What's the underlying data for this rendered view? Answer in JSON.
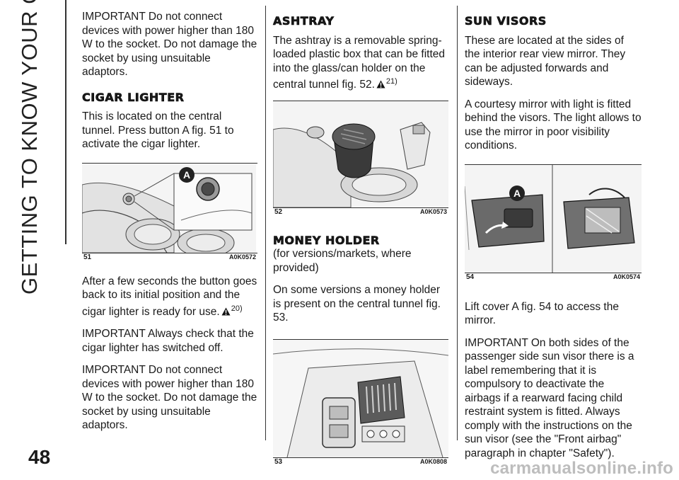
{
  "side_title": "GETTING TO KNOW YOUR CAR",
  "page_number": "48",
  "watermark": "carmanualsonline.info",
  "col1": {
    "p_intro": "IMPORTANT Do not connect devices with power higher than 180 W to the socket. Do not damage the socket by using unsuitable adaptors.",
    "h_cigar": "CIGAR LIGHTER",
    "p_cigar": "This is located on the central tunnel. Press button A fig. 51 to activate the cigar lighter.",
    "fig": {
      "num": "51",
      "code": "A0K0572",
      "callout": "A"
    },
    "p_after": "After a few seconds the button goes back to its initial position and the cigar lighter is ready for use.",
    "p_after_ref": "20)",
    "p_check": "IMPORTANT Always check that the cigar lighter has switched off.",
    "p_repeat": "IMPORTANT Do not connect devices with power higher than 180 W to the socket. Do not damage the socket by using unsuitable adaptors."
  },
  "col2": {
    "h_ashtray": "ASHTRAY",
    "p_ashtray": "The ashtray is a removable spring-loaded plastic box that can be fitted into the glass/can holder on the central tunnel fig. 52.",
    "p_ashtray_ref": "21)",
    "fig52": {
      "num": "52",
      "code": "A0K0573"
    },
    "h_money": "MONEY HOLDER",
    "p_money_sub": "(for versions/markets, where provided)",
    "p_money": "On some versions a money holder is present on the central tunnel fig. 53.",
    "fig53": {
      "num": "53",
      "code": "A0K0808"
    }
  },
  "col3": {
    "h_visors": "SUN VISORS",
    "p_visors1": "These are located at the sides of the interior rear view mirror. They can be adjusted forwards and sideways.",
    "p_visors2": "A courtesy mirror with light is fitted behind the visors. The light allows to use the mirror in poor visibility conditions.",
    "fig54": {
      "num": "54",
      "code": "A0K0574",
      "callout": "A"
    },
    "p_lift": "Lift cover A fig. 54 to access the mirror.",
    "p_important": "IMPORTANT On both sides of the passenger side sun visor there is a label remembering that it is compulsory to deactivate the airbags if a rearward facing child restraint system is fitted. Always comply with the instructions on the sun visor (see the \"Front airbag\" paragraph in chapter \"Safety\")."
  }
}
